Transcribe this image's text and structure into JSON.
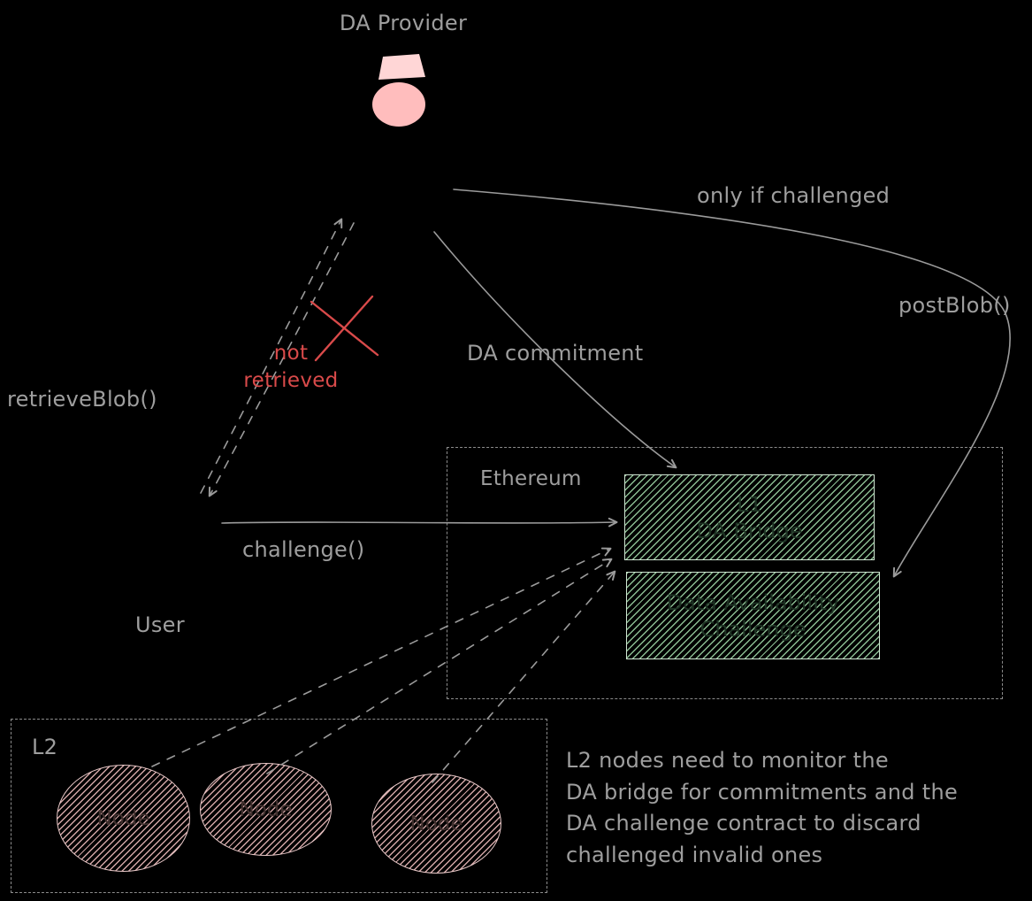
{
  "colors": {
    "background": "#000000",
    "text": "#9e9e9e",
    "danger": "#d94a4a",
    "green_fill": "#b2f2bb",
    "pink_fill": "#ffc9c9",
    "dashed_border": "#8c8c8c"
  },
  "actors": {
    "da_provider": {
      "label": "DA Provider",
      "icon": "person-icon"
    },
    "user": {
      "label": "User"
    }
  },
  "groups": {
    "ethereum": {
      "label": "Ethereum"
    },
    "l2": {
      "label": "L2"
    }
  },
  "contracts": {
    "da_bridge": {
      "label": "L1\nDA Bridge"
    },
    "da_challenge": {
      "label": "Data Availability\nChallenge"
    }
  },
  "nodes": [
    {
      "label": "Node"
    },
    {
      "label": "Node"
    },
    {
      "label": "Node"
    }
  ],
  "edges": {
    "retrieve_blob": {
      "label": "retrieveBlob()",
      "style": "dashed",
      "status": "not\nretrieved",
      "status_icon": "x-icon"
    },
    "da_commitment": {
      "label": "DA commitment",
      "style": "solid"
    },
    "post_blob": {
      "label": "postBlob()",
      "condition": "only if challenged",
      "style": "solid"
    },
    "challenge": {
      "label": "challenge()",
      "style": "solid"
    },
    "monitor": {
      "style": "dashed",
      "count": 3
    }
  },
  "note": {
    "text": "L2 nodes need to monitor the\nDA bridge for commitments and the\nDA challenge contract to discard\nchallenged invalid ones"
  }
}
